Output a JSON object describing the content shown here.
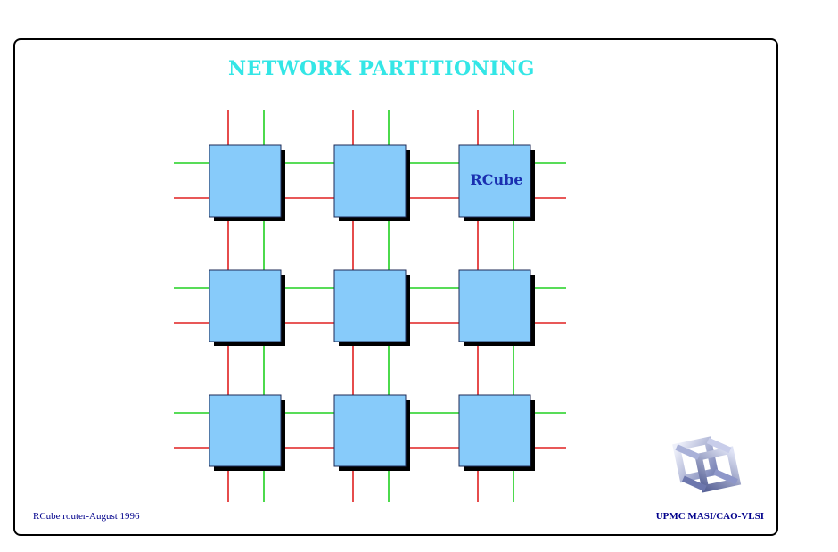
{
  "slide": {
    "title": "NETWORK PARTITIONING",
    "footer_left": "RCube router-August 1996",
    "footer_right": "UPMC MASI/CAO-VLSI",
    "logo_icon": "cube-lattice-logo-icon"
  },
  "diagram": {
    "rows": 3,
    "cols": 3,
    "node_label": "RCube",
    "labeled_node": {
      "row": 0,
      "col": 2
    }
  },
  "colors": {
    "title": "#33e6e6",
    "footer": "#00008b",
    "node_fill": "#87cbfa",
    "node_label": "#1a2fb0",
    "link_red": "#e02020",
    "link_green": "#20d020",
    "shadow": "#000000"
  }
}
